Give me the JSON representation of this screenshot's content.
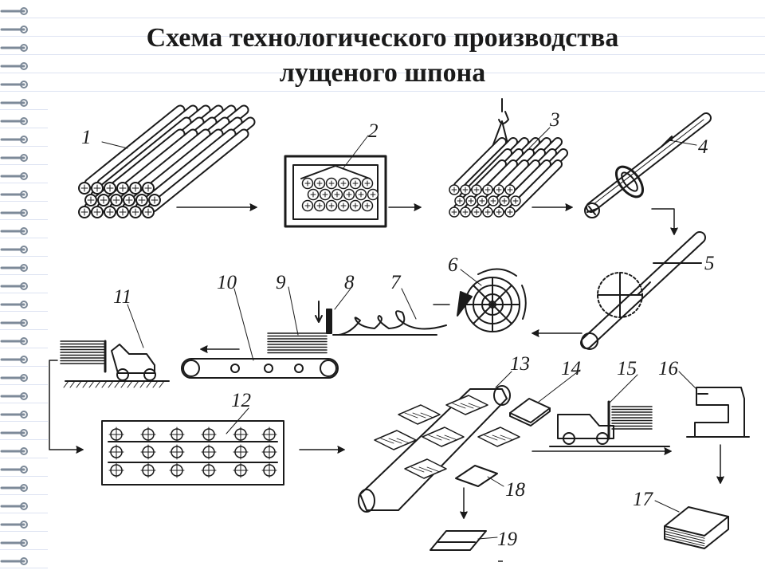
{
  "title": {
    "line1": "Схема технологического производства",
    "line2": "лущеного шпона"
  },
  "labels": [
    "1",
    "2",
    "3",
    "4",
    "5",
    "6",
    "7",
    "8",
    "9",
    "10",
    "11",
    "12",
    "13",
    "14",
    "15",
    "16",
    "17",
    "18",
    "19"
  ],
  "colors": {
    "ink": "#1a1a1a",
    "ruling": "#dde3f2",
    "binding_ring": "#7d8a99"
  }
}
